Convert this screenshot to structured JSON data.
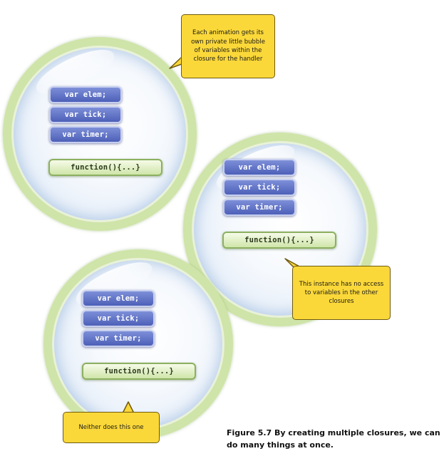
{
  "closures": [
    {
      "vars": [
        "var elem;",
        "var tick;",
        "var timer;"
      ],
      "function": "function(){...}"
    },
    {
      "vars": [
        "var elem;",
        "var tick;",
        "var timer;"
      ],
      "function": "function(){...}"
    },
    {
      "vars": [
        "var elem;",
        "var tick;",
        "var timer;"
      ],
      "function": "function(){...}"
    }
  ],
  "notes": {
    "top": "Each animation gets its own private little bubble of variables within the closure for the handler",
    "middle": "This instance has no access to variables in the other closures",
    "bottom": "Neither does this one"
  },
  "caption": "Figure 5.7   By creating multiple closures, we can do many things at once."
}
